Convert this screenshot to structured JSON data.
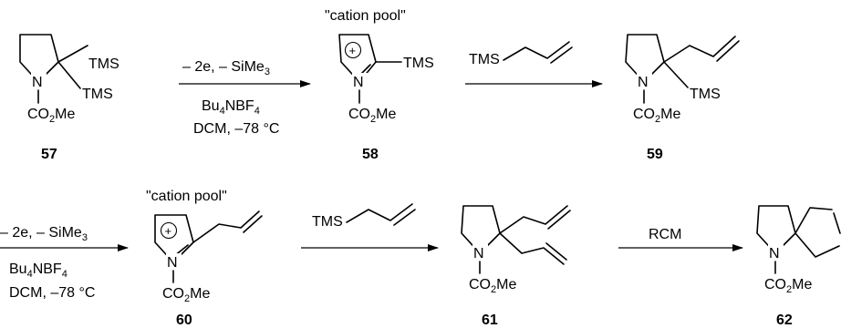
{
  "scheme": {
    "cation_pool": "\"cation pool\"",
    "atoms": {
      "N": "N",
      "TMS": "TMS",
      "CO2Me_a": "CO",
      "CO2Me_sub": "2",
      "CO2Me_b": "Me",
      "plus": "+"
    },
    "conditions": {
      "oxidation_a": "– 2e, – SiMe",
      "oxidation_sub": "3",
      "electrolyte_a": "Bu",
      "electrolyte_sub1": "4",
      "electrolyte_b": "NBF",
      "electrolyte_sub2": "4",
      "solvent_temp": "DCM, –78 °C",
      "rcm": "RCM"
    },
    "compounds": {
      "c57": "57",
      "c58": "58",
      "c59": "59",
      "c60": "60",
      "c61": "61",
      "c62": "62"
    }
  }
}
